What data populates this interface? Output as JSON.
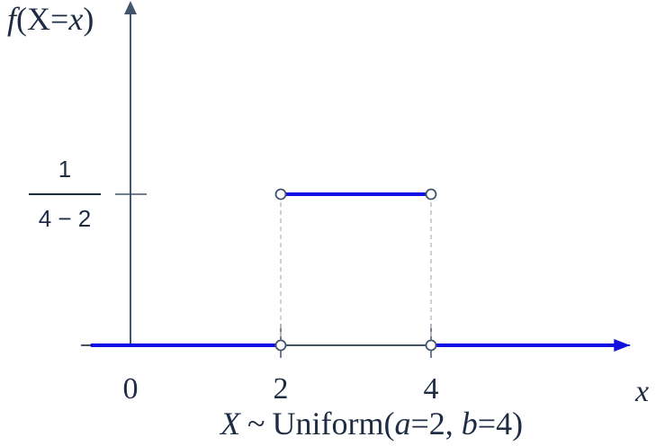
{
  "chart_data": {
    "type": "line",
    "ylabel_f": "f",
    "ylabel_paren_open": "(",
    "ylabel_X": "X",
    "ylabel_eq": "=",
    "ylabel_x": "x",
    "ylabel_paren_close": ")",
    "xlabel": "x",
    "density_num": "1",
    "density_den": "4 − 2",
    "x_ticks": [
      "0",
      "2",
      "4"
    ],
    "x_tick_values": [
      0,
      2,
      4
    ],
    "xlim": [
      -0.53,
      6.65
    ],
    "density_value": 0.5,
    "ylim": [
      -0.05,
      1.45
    ],
    "segments": [
      {
        "x": [
          -0.53,
          2
        ],
        "y": [
          0,
          0
        ]
      },
      {
        "x": [
          2,
          4
        ],
        "y": [
          0.5,
          0.5
        ]
      },
      {
        "x": [
          4,
          6.65
        ],
        "y": [
          0,
          0
        ]
      }
    ],
    "open_points": [
      {
        "x": 2,
        "y": 0.5
      },
      {
        "x": 4,
        "y": 0.5
      },
      {
        "x": 2,
        "y": 0
      },
      {
        "x": 4,
        "y": 0
      }
    ],
    "dist_X": "X",
    "dist_tilde": "~",
    "dist_name": "Uniform(",
    "dist_a": "a",
    "dist_a_eq": "=2, ",
    "dist_b": "b",
    "dist_b_eq": "=4",
    "dist_close": ")"
  },
  "colors": {
    "axis": "#44546a",
    "line": "#1010e0",
    "guide": "#bfbfbf"
  }
}
